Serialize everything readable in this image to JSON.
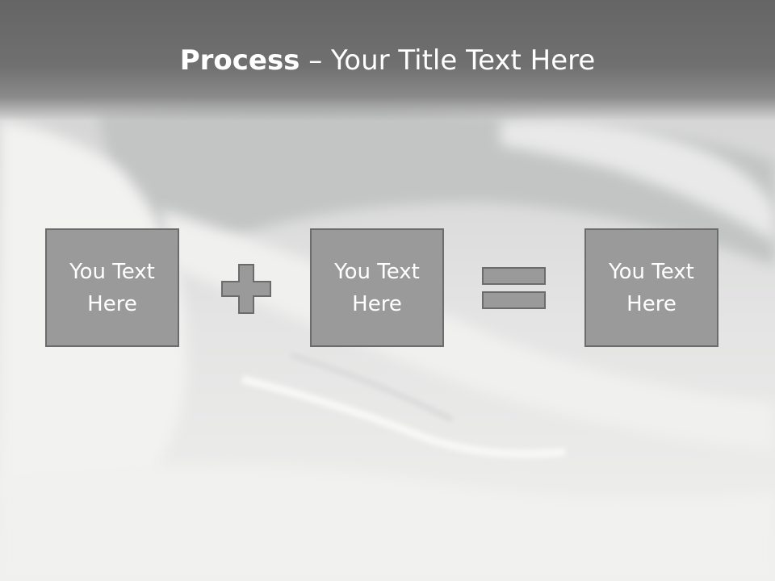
{
  "title": {
    "bold": "Process",
    "rest": " – Your Title Text Here"
  },
  "boxes": [
    {
      "text": "You Text Here"
    },
    {
      "text": "You Text Here"
    },
    {
      "text": "You Text Here"
    }
  ],
  "operators": [
    "plus-icon",
    "equals-icon"
  ],
  "colors": {
    "title_bar": "#6b6b6b",
    "box_fill": "#9a9a9a",
    "box_border": "#6c6c6c",
    "text": "#ffffff"
  }
}
